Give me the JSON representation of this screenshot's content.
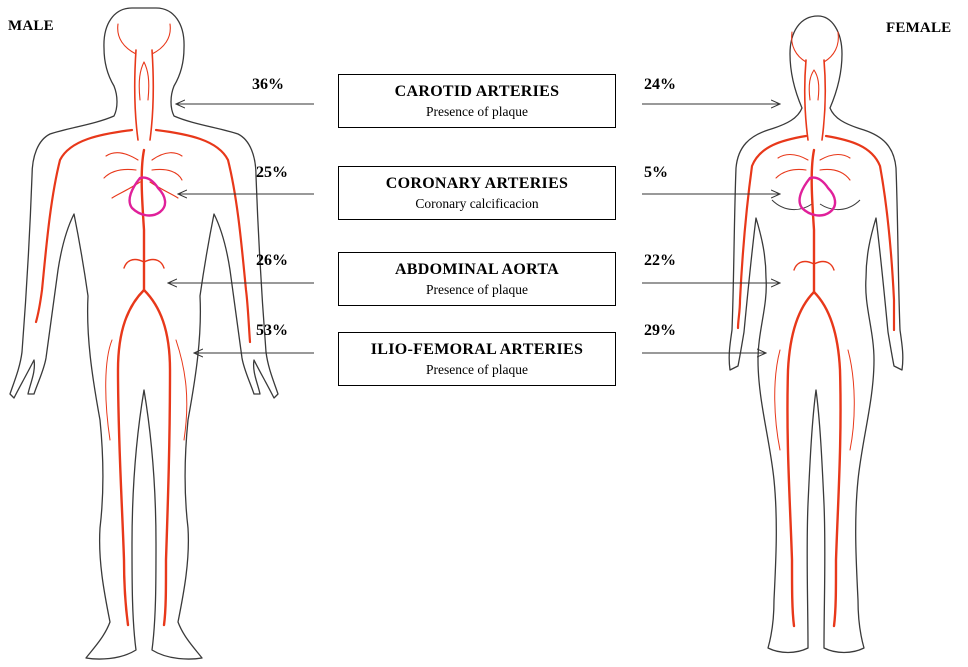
{
  "labels": {
    "male": "MALE",
    "female": "FEMALE"
  },
  "colors": {
    "artery": "#e8381a",
    "heart": "#e0209a",
    "outline": "#3a3a3a"
  },
  "regions": [
    {
      "title": "CAROTID ARTERIES",
      "subtitle": "Presence of plaque",
      "male_pct": "36%",
      "female_pct": "24%"
    },
    {
      "title": "CORONARY ARTERIES",
      "subtitle": "Coronary calcificacion",
      "male_pct": "25%",
      "female_pct": "5%"
    },
    {
      "title": "ABDOMINAL AORTA",
      "subtitle": "Presence of plaque",
      "male_pct": "26%",
      "female_pct": "22%"
    },
    {
      "title": "ILIO-FEMORAL ARTERIES",
      "subtitle": "Presence of plaque",
      "male_pct": "53%",
      "female_pct": "29%"
    }
  ]
}
